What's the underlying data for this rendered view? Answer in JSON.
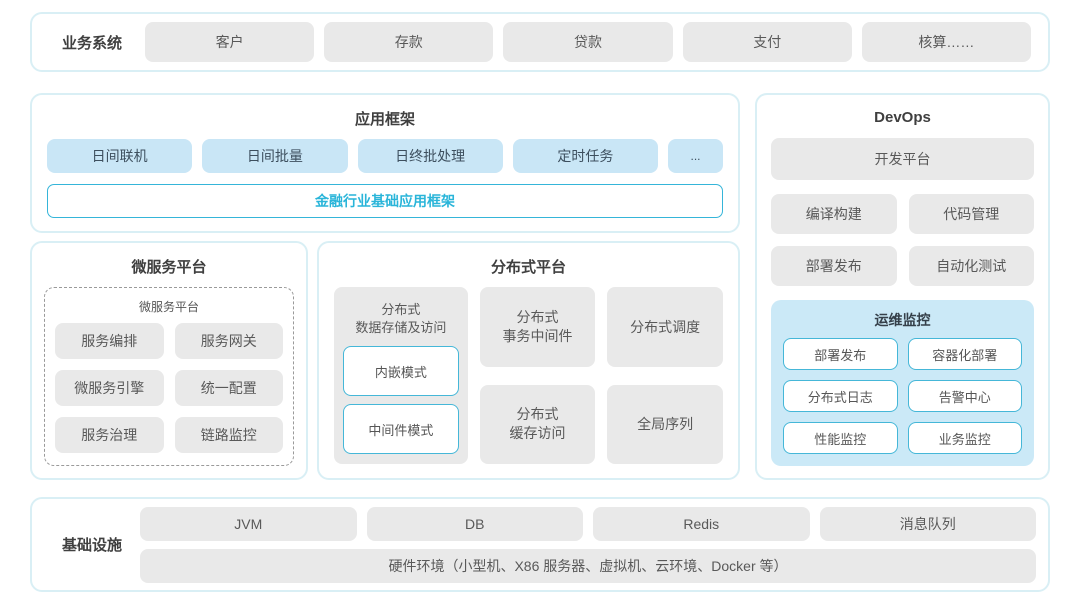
{
  "colors": {
    "accent_cyan": "#2ab5d9",
    "panel_border": "#d9eff5",
    "blue_box_bg": "#c9e6f6",
    "gray_box_bg": "#e9e9e9",
    "ops_panel_bg": "#cbe9f7"
  },
  "business_systems": {
    "label": "业务系统",
    "items": [
      "客户",
      "存款",
      "贷款",
      "支付",
      "核算……"
    ]
  },
  "app_framework": {
    "title": "应用框架",
    "modules": [
      "日间联机",
      "日间批量",
      "日终批处理",
      "定时任务",
      "..."
    ],
    "base_framework": "金融行业基础应用框架"
  },
  "devops": {
    "title": "DevOps",
    "dev_platform": "开发平台",
    "tools": [
      "编译构建",
      "代码管理",
      "部署发布",
      "自动化测试"
    ],
    "ops_monitor": {
      "title": "运维监控",
      "items": [
        "部署发布",
        "容器化部署",
        "分布式日志",
        "告警中心",
        "性能监控",
        "业务监控"
      ]
    }
  },
  "microservice_platform": {
    "title": "微服务平台",
    "inner_label": "微服务平台",
    "items": [
      "服务编排",
      "服务网关",
      "微服务引擎",
      "统一配置",
      "服务治理",
      "链路监控"
    ]
  },
  "distributed_platform": {
    "title": "分布式平台",
    "storage": {
      "label": "分布式\n数据存储及访问",
      "modes": [
        "内嵌模式",
        "中间件模式"
      ]
    },
    "cells": [
      "分布式\n事务中间件",
      "分布式调度",
      "分布式\n缓存访问",
      "全局序列"
    ]
  },
  "infrastructure": {
    "label": "基础设施",
    "items": [
      "JVM",
      "DB",
      "Redis",
      "消息队列"
    ],
    "hardware": "硬件环境（小型机、X86 服务器、虚拟机、云环境、Docker 等）"
  }
}
